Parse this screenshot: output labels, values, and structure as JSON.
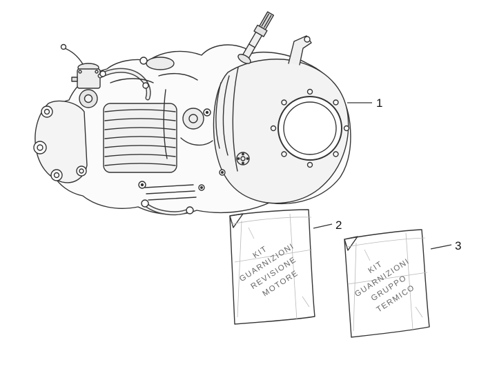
{
  "figure": {
    "callouts": [
      {
        "number": "1"
      },
      {
        "number": "2"
      },
      {
        "number": "3"
      }
    ],
    "bags": [
      {
        "callout": "2",
        "lines": [
          "KIT",
          "GUARNIZIONI",
          "REVISIONE",
          "MOTORE"
        ]
      },
      {
        "callout": "3",
        "lines": [
          "KIT",
          "GUARNIZIONI",
          "GRUPPO",
          "TERMICO"
        ]
      }
    ]
  },
  "colors": {
    "background": "#ffffff",
    "line_art": "#333333",
    "bag_text": "#666666",
    "callout_text": "#111111"
  }
}
